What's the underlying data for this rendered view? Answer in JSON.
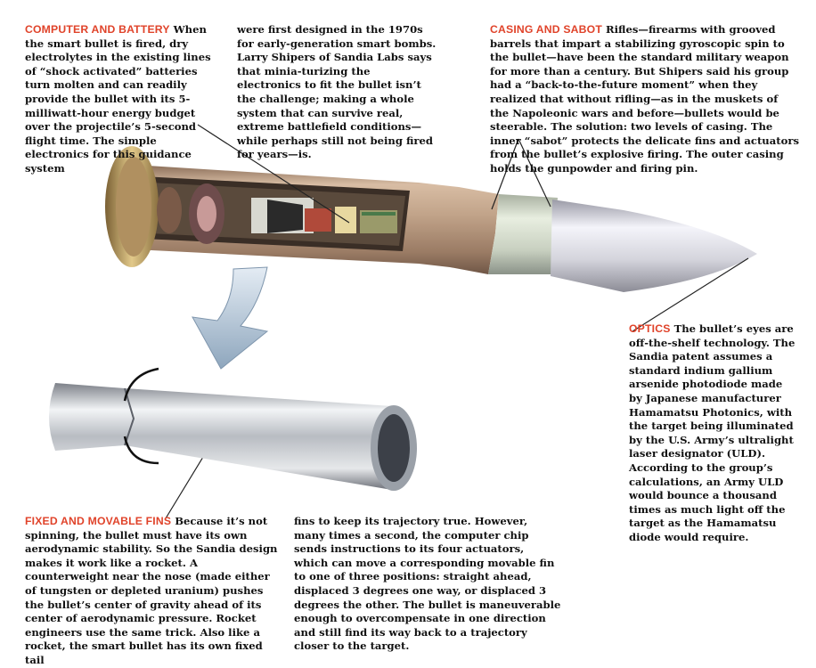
{
  "sections": {
    "computer": {
      "heading": "COMPUTER AND BATTERY",
      "text1": "When the smart bullet is fired, dry electrolytes in the existing lines of “shock activated” batteries turn molten and can readily provide the bullet with its 5-milliwatt-hour energy budget over the projectile’s 5-second flight time. The simple electronics for this guidance system",
      "text2": "were first designed in the 1970s for early-generation smart bombs. Larry Shipers of Sandia Labs says that minia-turizing the electronics to fit the bullet isn’t the challenge; making a whole system that can survive real, extreme battlefield conditions—while perhaps still not being fired for years—is."
    },
    "casing": {
      "heading": "CASING AND SABOT",
      "text": "Rifles—firearms with grooved barrels that impart a stabilizing gyroscopic spin to the bullet—have been the standard military weapon for more than a century. But Shipers said his group had a “back-to-the-future moment” when they realized that without rifling—as in the muskets of the Napoleonic wars and before—bullets would be steerable. The solution: two levels of casing. The inner “sabot” protects the delicate fins and actuators from the bullet’s explosive firing. The outer casing holds the gunpowder and firing pin."
    },
    "optics": {
      "heading": "OPTICS",
      "text": "The bullet’s eyes are off-the-shelf technology. The Sandia patent assumes a standard indium gallium arsenide photodiode made by Japanese manufacturer Hamamatsu Photonics, with the target being illuminated by the U.S. Army’s ultralight laser designator (ULD). According to the group’s calculations, an Army ULD would bounce a thousand times as much light off the target as the Hamamatsu diode would require."
    },
    "fins": {
      "heading": "FIXED AND MOVABLE FINS",
      "text1": "Because it’s not spinning, the bullet must have its own aerodynamic stability. So the Sandia design makes it work like a rocket. A counterweight near the nose (made either of tungsten or depleted uranium) pushes the bullet’s center of gravity ahead of its center of aerodynamic pressure. Rocket engineers use the same trick. Also like a rocket, the smart bullet has its own fixed tail",
      "text2": "fins to keep its trajectory true. However, many times a second, the computer chip sends instructions to its four actuators, which can move a corresponding movable fin to one of three positions: straight ahead, displaced 3 degrees one way, or displaced 3 degrees the other. The bullet is maneuverable enough to overcompensate in one direction and still find its way back to a trajectory closer to the target."
    }
  },
  "colors": {
    "heading": "#e0432a",
    "casing_brass": "#b89878",
    "tip_silver": "#d8d8e0",
    "arrow": "#9fb6cc"
  }
}
